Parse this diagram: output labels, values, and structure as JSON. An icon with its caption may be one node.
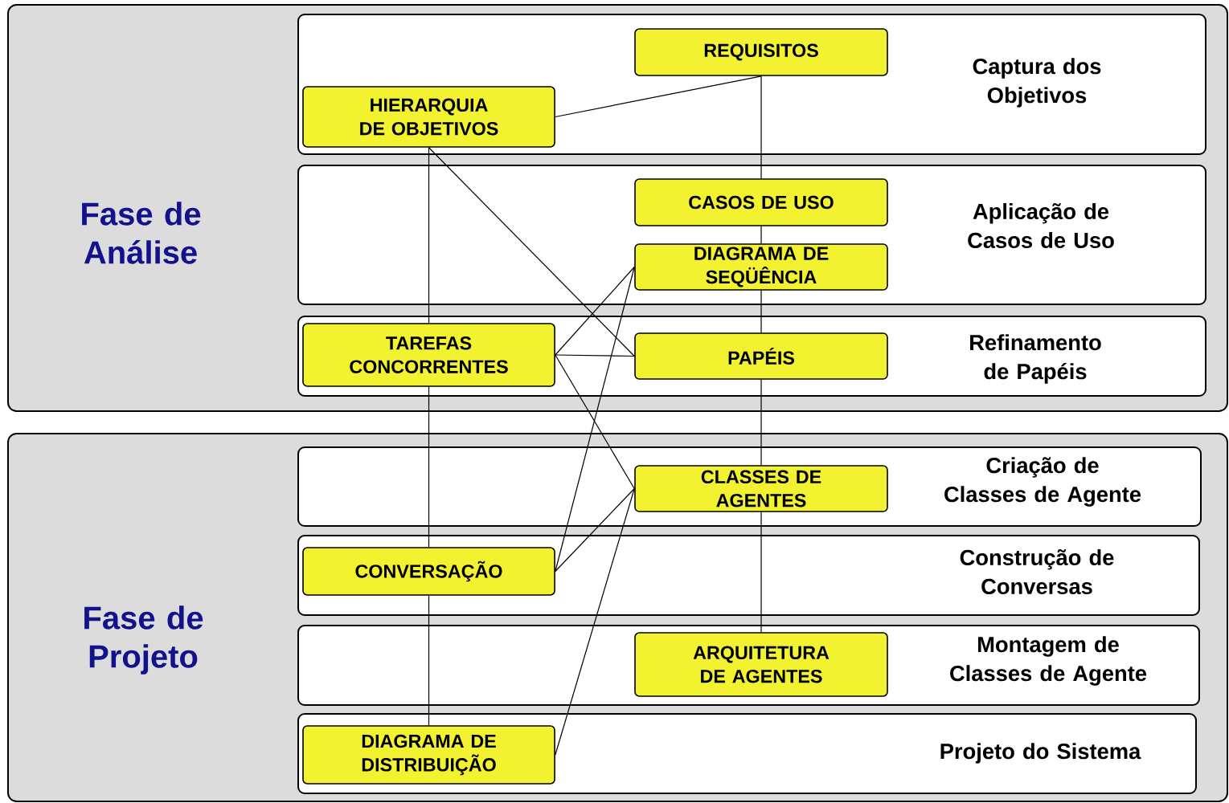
{
  "diagram": {
    "nodes": [
      {
        "text": [
          "Fase de Análise"
        ]
      },
      {
        "text": [
          "Captura dos Objetivos"
        ],
        "in": 0
      },
      {
        "text": [
          "REQUISITOS"
        ],
        "in": 1
      },
      {
        "text": [
          "HIERARQUIA DE OBJETIVOS"
        ],
        "in": 1
      },
      {
        "text": [
          "Aplicação de Casos de Uso"
        ],
        "in": 0
      },
      {
        "text": [
          "CASOS DE USO"
        ],
        "in": 4
      },
      {
        "text": [
          "DIAGRAMA DE SEQÜÊNCIA"
        ],
        "in": 4
      },
      {
        "text": [
          "Refinamento de Papéis"
        ],
        "in": 0
      },
      {
        "text": [
          "TAREFAS CONCORRENTES"
        ],
        "in": 7
      },
      {
        "text": [
          "PAPÉIS"
        ],
        "in": 7
      },
      {
        "text": [
          "Fase de Projeto"
        ]
      },
      {
        "text": [
          "Criação de Classes de Agente"
        ],
        "in": 10
      },
      {
        "text": [
          "CLASSES DE AGENTES"
        ],
        "in": 11
      },
      {
        "text": [
          "Construção de Conversas"
        ],
        "in": 10
      },
      {
        "text": [
          "CONVERSAÇÃO"
        ],
        "in": 13
      },
      {
        "text": [
          "Montagem de Classes de Agente"
        ],
        "in": 10
      },
      {
        "text": [
          "ARQUITETURA DE AGENTES"
        ],
        "in": 15
      },
      {
        "text": [
          "Projeto do Sistema"
        ],
        "in": 10
      },
      {
        "text": [
          "DIAGRAMA DE DISTRIBUIÇÃO"
        ],
        "in": 17
      }
    ],
    "edges": [
      {
        "from": 2,
        "to": 3,
        "arrow": "none"
      },
      {
        "from": 2,
        "to": 5,
        "arrow": "none"
      },
      {
        "from": 5,
        "to": 6,
        "arrow": "none"
      },
      {
        "from": 6,
        "to": 9,
        "arrow": "none"
      },
      {
        "from": 9,
        "to": 12,
        "arrow": "none"
      },
      {
        "from": 12,
        "to": 16,
        "arrow": "none"
      },
      {
        "from": 3,
        "to": 8,
        "arrow": "none"
      },
      {
        "from": 3,
        "to": 9,
        "arrow": "none"
      },
      {
        "from": 8,
        "to": 6,
        "arrow": "none"
      },
      {
        "from": 8,
        "to": 9,
        "arrow": "none"
      },
      {
        "from": 8,
        "to": 12,
        "arrow": "none"
      },
      {
        "from": 8,
        "to": 14,
        "arrow": "none"
      },
      {
        "from": 14,
        "to": 6,
        "arrow": "none"
      },
      {
        "from": 14,
        "to": 12,
        "arrow": "none"
      },
      {
        "from": 14,
        "to": 18,
        "arrow": "none"
      },
      {
        "from": 18,
        "to": 12,
        "arrow": "none"
      }
    ]
  }
}
